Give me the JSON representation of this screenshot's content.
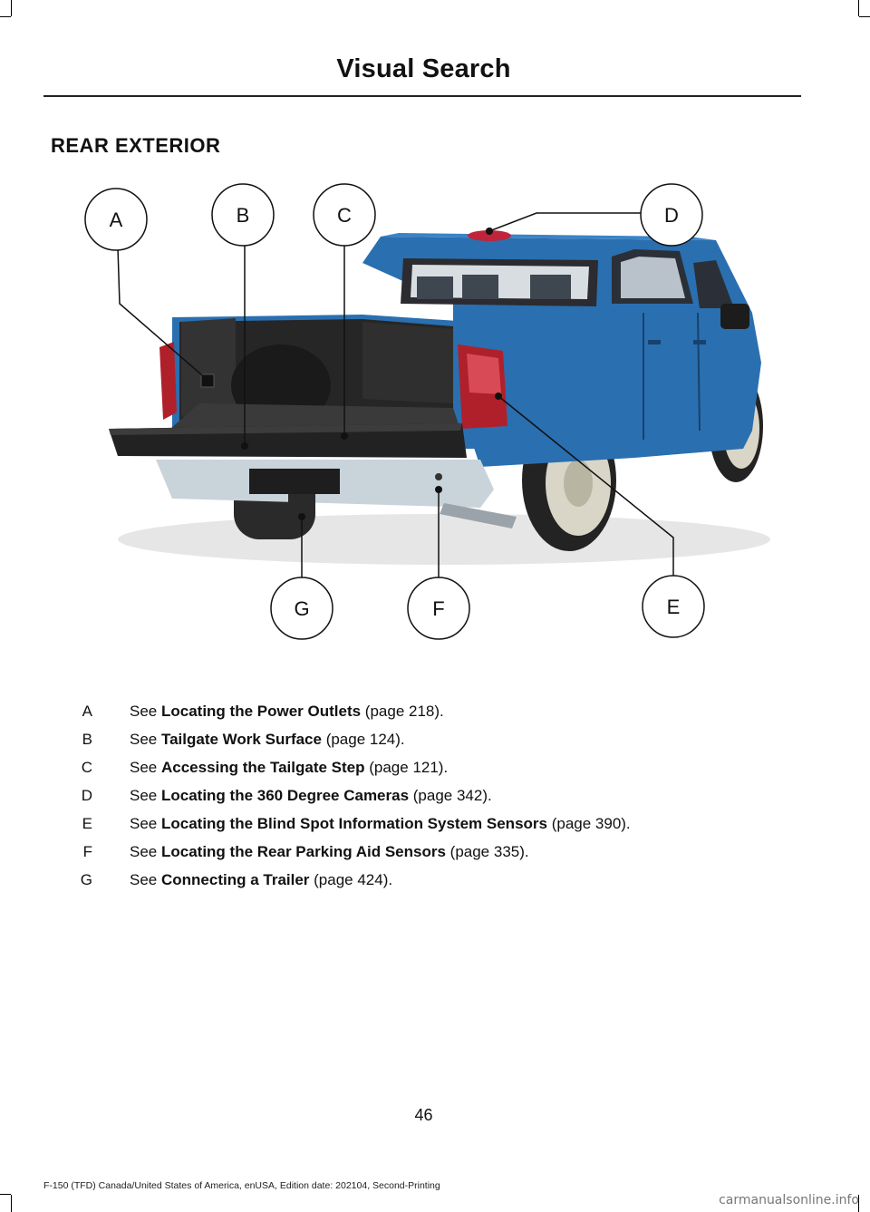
{
  "header": {
    "title": "Visual Search"
  },
  "section": {
    "title": "REAR EXTERIOR"
  },
  "figure": {
    "callouts": [
      "A",
      "B",
      "C",
      "D",
      "E",
      "F",
      "G"
    ],
    "colors": {
      "truck_body": "#2a6fb0",
      "truck_dark": "#17426e",
      "bed": "#1e1e1e",
      "taillight": "#b0202a"
    }
  },
  "legend": [
    {
      "letter": "A",
      "prefix": "See ",
      "link": "Locating the Power Outlets",
      "suffix": " (page 218)."
    },
    {
      "letter": "B",
      "prefix": "See ",
      "link": "Tailgate Work Surface",
      "suffix": " (page 124)."
    },
    {
      "letter": "C",
      "prefix": "See ",
      "link": "Accessing the Tailgate Step",
      "suffix": " (page 121)."
    },
    {
      "letter": "D",
      "prefix": "See ",
      "link": "Locating the 360 Degree Cameras",
      "suffix": " (page 342)."
    },
    {
      "letter": "E",
      "prefix": "See ",
      "link": "Locating the Blind Spot Information System Sensors",
      "suffix": " (page 390)."
    },
    {
      "letter": "F",
      "prefix": "See ",
      "link": "Locating the Rear Parking Aid Sensors",
      "suffix": " (page 335)."
    },
    {
      "letter": "G",
      "prefix": "See ",
      "link": "Connecting a Trailer",
      "suffix": " (page 424)."
    }
  ],
  "page": {
    "number": "46"
  },
  "footer": {
    "text": "F-150 (TFD) Canada/United States of America, enUSA, Edition date: 202104, Second-Printing"
  },
  "watermark": {
    "text": "carmanualsonline.info"
  }
}
